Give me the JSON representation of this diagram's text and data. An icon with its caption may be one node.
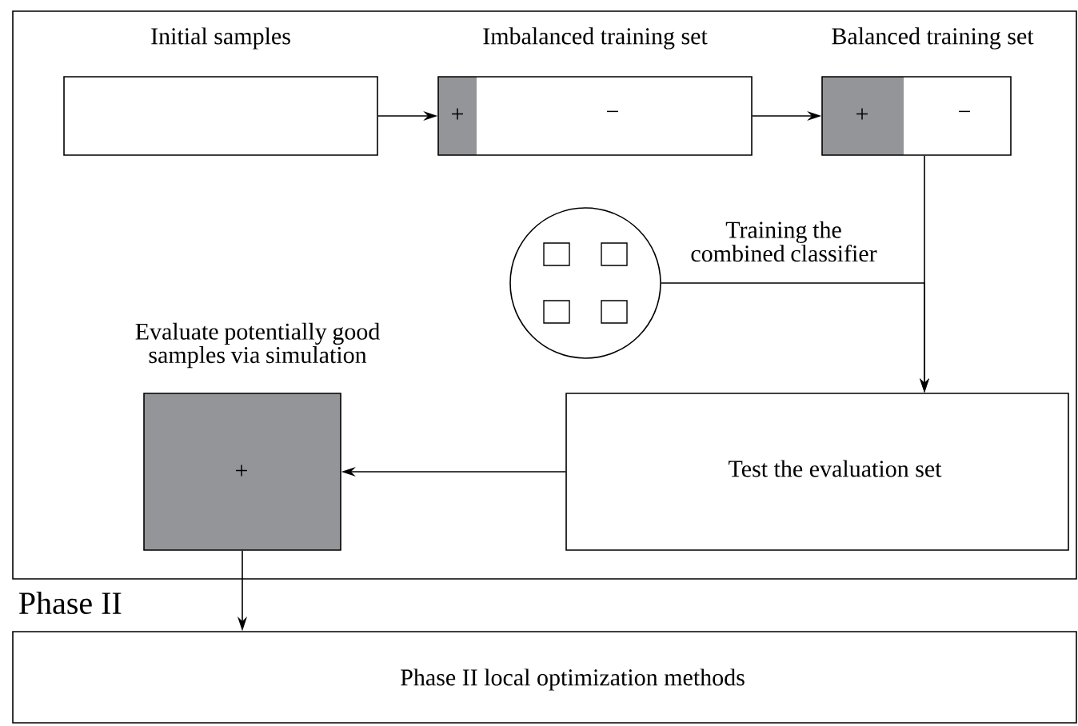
{
  "diagram": {
    "nodes": [
      {
        "text": [],
        "shape": "box"
      },
      {
        "text": [
          "Initial samples"
        ],
        "in": 0
      },
      {
        "text": [
          "Imbalanced training set",
          "+",
          "−"
        ],
        "in": 0
      },
      {
        "text": [
          "Balanced training set",
          "+",
          "−"
        ],
        "in": 0
      },
      {
        "text": [],
        "shape": "circle",
        "in": 0
      },
      {
        "text": [
          "Evaluate potentially good samples via simulation",
          "+"
        ],
        "in": 0
      },
      {
        "text": [
          "Test the evaluation set"
        ],
        "in": 0
      },
      {
        "text": [
          "Phase II",
          "Phase II local optimization methods"
        ]
      }
    ],
    "edges": [
      {
        "from": 1,
        "to": 2,
        "arrow": "to"
      },
      {
        "from": 2,
        "to": 3,
        "arrow": "to"
      },
      {
        "from": 3,
        "to": 6,
        "arrow": "to"
      },
      {
        "from": 4,
        "to": 6,
        "arrow": "to",
        "label": "Training the combined classifier"
      },
      {
        "from": 6,
        "to": 5,
        "arrow": "to"
      },
      {
        "from": 5,
        "to": 7,
        "arrow": "to"
      }
    ]
  }
}
